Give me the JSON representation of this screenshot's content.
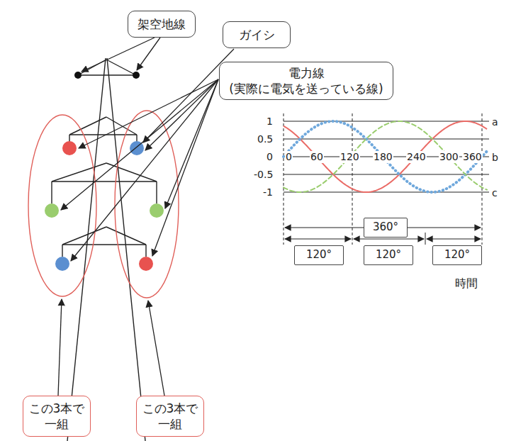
{
  "diagram": {
    "nodes": [
      {
        "text": [
          "架空地線"
        ]
      },
      {
        "text": [
          "ガイシ"
        ]
      },
      {
        "text": [
          "電力線",
          "(実際に電気を送っている線)"
        ]
      },
      {
        "text": [
          "360°"
        ]
      },
      {
        "text": [
          "120°"
        ]
      },
      {
        "text": [
          "120°"
        ]
      },
      {
        "text": [
          "120°"
        ]
      },
      {
        "text": [
          "この3本で 一組"
        ]
      },
      {
        "text": [
          "この3本で 一組"
        ]
      }
    ],
    "labels": [
      "1",
      "0.5",
      "0",
      "-0.5",
      "-1",
      "0",
      "60",
      "120",
      "180",
      "240",
      "300",
      "360",
      "a",
      "b",
      "c",
      "時間"
    ]
  }
}
